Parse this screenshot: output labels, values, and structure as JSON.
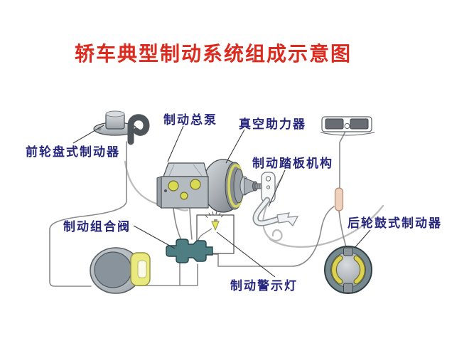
{
  "title": "轿车典型制动系统组成示意图",
  "colors": {
    "title_red": "#dd2a1e",
    "label_navy": "#26267e",
    "pipe_gray": "#8a8a8a",
    "res_yellow": "#d9d952",
    "ring_yellow": "#d6d65e",
    "shoe_yellow": "#ddd24f",
    "caliper_yellow": "#e9e97e",
    "bulb_yellow": "#e6e65a",
    "valve_teal": "#4e7d82",
    "capsule_pink": "#eed2bd"
  },
  "labels": {
    "front_disc_brake": "前轮盘式制动器",
    "master_cylinder": "制动总泵",
    "vacuum_booster": "真空助力器",
    "pedal_mechanism": "制动踏板机构",
    "combination_valve": "制动组合阀",
    "rear_drum_brake": "后轮鼓式制动器",
    "warning_light": "制动警示灯"
  }
}
